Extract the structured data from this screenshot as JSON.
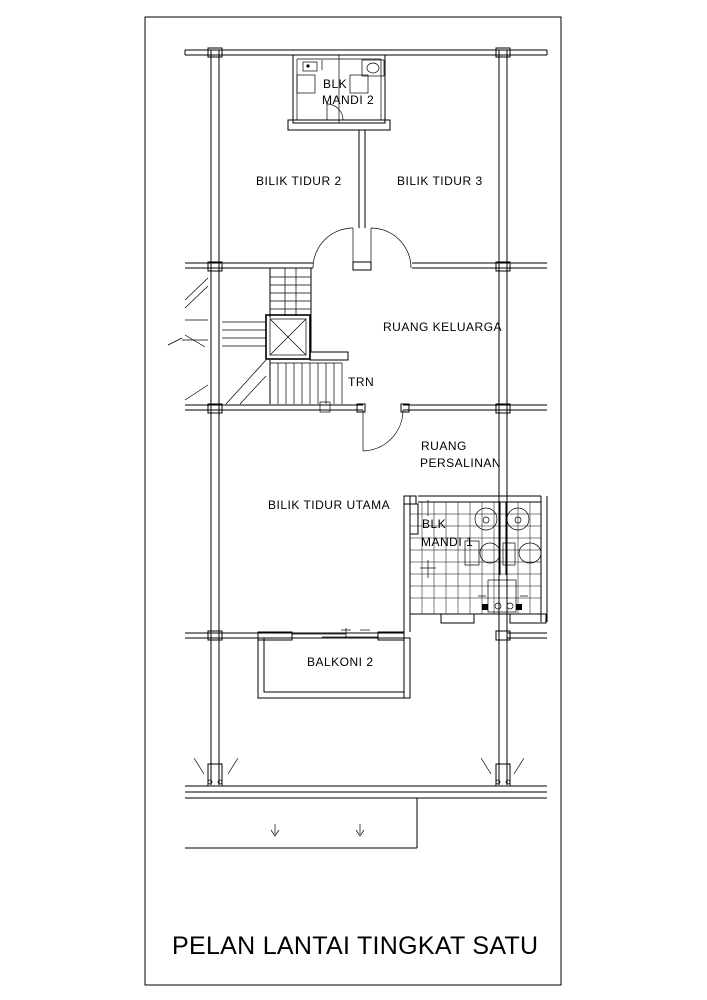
{
  "title": "PELAN LANTAI TINGKAT SATU",
  "rooms": {
    "blik_mandi_2_line1": "BLK",
    "blik_mandi_2_line2": "MANDI 2",
    "bilik_tidur_2": "BILIK TIDUR 2",
    "bilik_tidur_3": "BILIK TIDUR 3",
    "ruang_keluarga": "RUANG KELUARGA",
    "trn": "TRN",
    "ruang_persalinan_line1": "RUANG",
    "ruang_persalinan_line2": "PERSALINAN",
    "bilik_tidur_utama": "BILIK TIDUR UTAMA",
    "blik_mandi_1_line1": "BLK",
    "blik_mandi_1_line2": "MANDI 1",
    "balkoni_2": "BALKONI 2"
  }
}
